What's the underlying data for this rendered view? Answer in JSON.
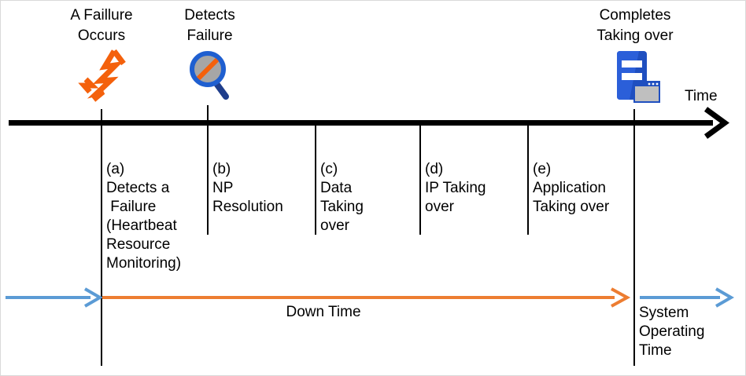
{
  "diagram": {
    "title_top_left": "A Faillure\nOccurs",
    "title_top_mid": "Detects\nFailure",
    "title_top_right": "Completes\nTaking over",
    "axis_label": "Time",
    "down_time_label": "Down Time",
    "system_operating_label": "System\nOperating\nTime"
  },
  "steps": [
    {
      "key": "(a)",
      "text": "Detects a\n Failure\n(Heartbeat\nResource\nMonitoring)"
    },
    {
      "key": "(b)",
      "text": "NP\nResolution"
    },
    {
      "key": "(c)",
      "text": "Data\nTaking\nover"
    },
    {
      "key": "(d)",
      "text": "IP Taking\nover"
    },
    {
      "key": "(e)",
      "text": "Application\nTaking over"
    }
  ],
  "icons": {
    "failure": "lightning-bolt-icon",
    "detect": "magnifier-icon",
    "server": "server-icon",
    "time_arrow": "arrow-right-icon"
  },
  "colors": {
    "axis": "#000000",
    "downtime": "#ED7D31",
    "operating": "#5B9BD5",
    "server_blue": "#1F4FC0",
    "server_blue_dark": "#153A96",
    "lens_gray": "#A6A6A6",
    "window_gray": "#BFBFBF"
  }
}
